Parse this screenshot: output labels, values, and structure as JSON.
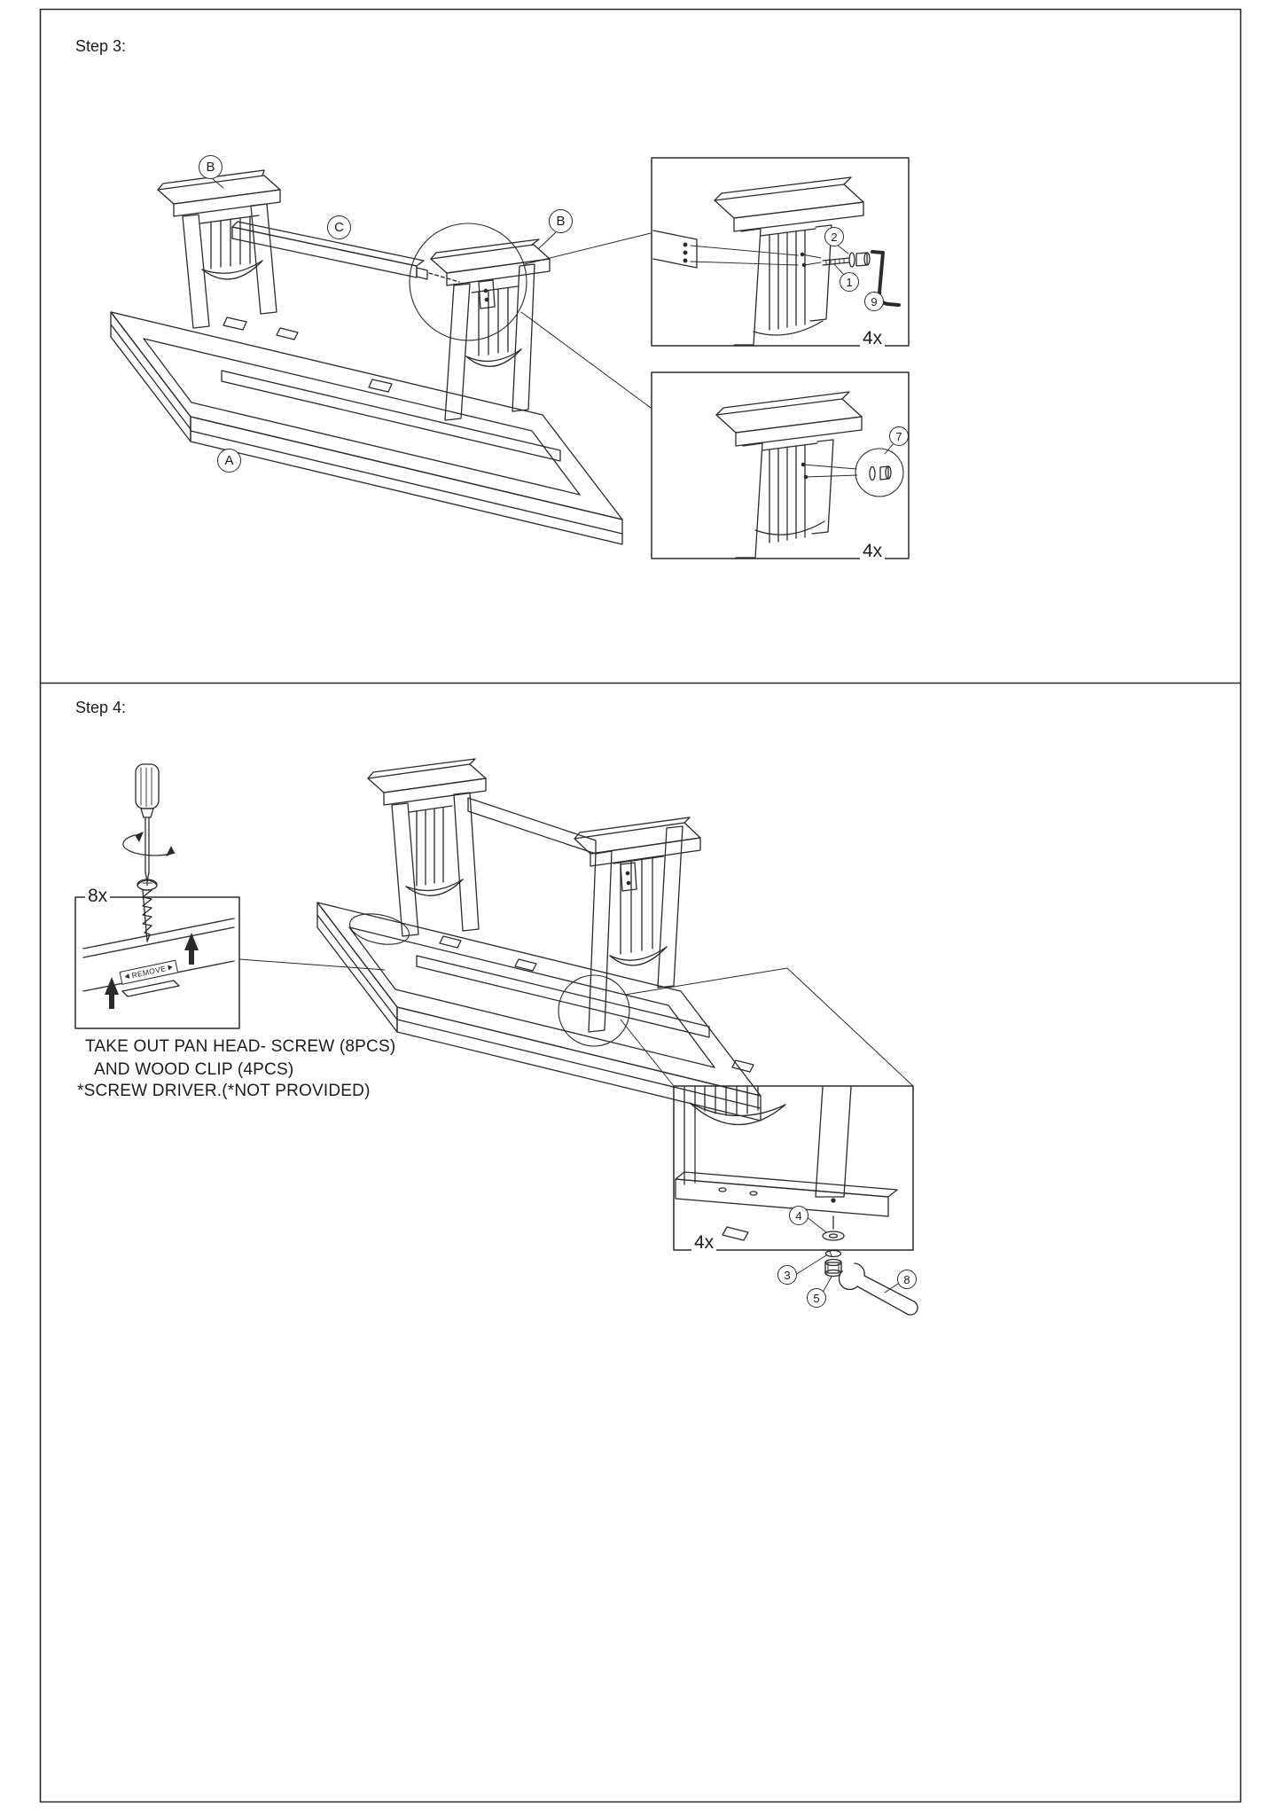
{
  "colors": {
    "ink": "#2b2b2b",
    "bg": "#ffffff"
  },
  "step3": {
    "title": "Step 3:",
    "labels": {
      "b_left": "B",
      "c": "C",
      "b_right": "B",
      "a": "A"
    },
    "detail_top": {
      "callout_2": "2",
      "callout_1": "1",
      "callout_9": "9",
      "qty": "4x"
    },
    "detail_bottom": {
      "callout_7": "7",
      "qty": "4x"
    }
  },
  "step4": {
    "title": "Step 4:",
    "screw_qty": "8x",
    "remove_tag": "REMOVE",
    "note_line1": "TAKE OUT PAN HEAD- SCREW (8PCS)",
    "note_line2": "AND WOOD CLIP (4PCS)",
    "note_line3": "*SCREW DRIVER.(*NOT PROVIDED)",
    "detail": {
      "qty": "4x",
      "callout_4": "4",
      "callout_3": "3",
      "callout_5": "5",
      "callout_8": "8"
    }
  }
}
